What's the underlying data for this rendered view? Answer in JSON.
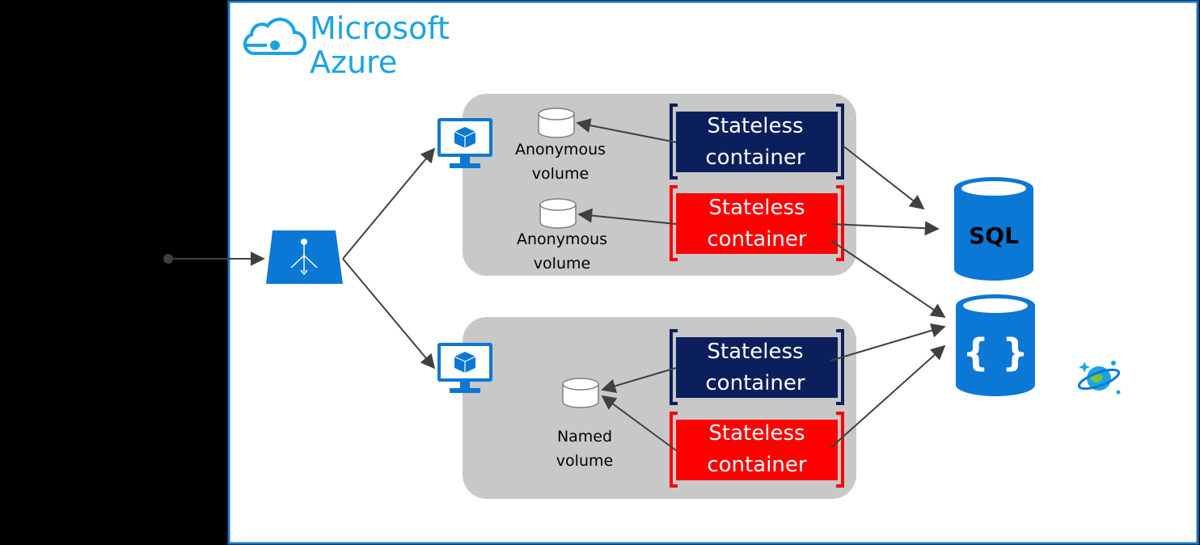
{
  "brand": {
    "line1": "Microsoft",
    "line2": "Azure",
    "color": "#1aa3e6"
  },
  "colors": {
    "background": "#000000",
    "frame": "#1a73c7",
    "host": "#c8c8c8",
    "navy": "#0b1f5c",
    "red": "#ff0000",
    "azure": "#0a78d4"
  },
  "icons": [
    "azure-cloud-icon",
    "load-balancer-icon",
    "virtual-machine-icon",
    "volume-icon",
    "sql-database-icon",
    "cosmos-db-icon",
    "cosmos-planet-icon"
  ],
  "host1": {
    "volumes": [
      {
        "line1": "Anonymous",
        "line2": "volume"
      },
      {
        "line1": "Anonymous",
        "line2": "volume"
      }
    ],
    "containers": [
      {
        "line1": "Stateless",
        "line2": "container",
        "color": "navy"
      },
      {
        "line1": "Stateless",
        "line2": "container",
        "color": "red"
      }
    ]
  },
  "host2": {
    "volume": {
      "line1": "Named",
      "line2": "volume"
    },
    "containers": [
      {
        "line1": "Stateless",
        "line2": "container",
        "color": "navy"
      },
      {
        "line1": "Stateless",
        "line2": "container",
        "color": "red"
      }
    ]
  },
  "databases": {
    "sql_label": "SQL",
    "cosmos_label": "{ }"
  }
}
